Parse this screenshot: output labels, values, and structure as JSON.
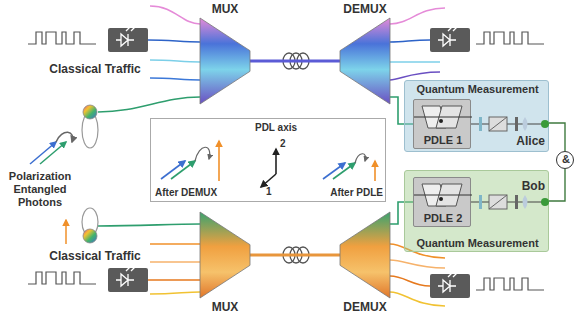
{
  "diagram": {
    "nodes": [
      {
        "text": [
          "MUX"
        ]
      },
      {
        "text": [
          "DEMUX"
        ]
      },
      {
        "text": [
          "Quantum Measurement",
          "Alice"
        ]
      },
      {
        "text": [
          "PDLE 1"
        ],
        "in": 2
      },
      {
        "text": [
          "After DEMUX",
          "PDL axis",
          "After PDLE"
        ]
      },
      {
        "text": [
          "&"
        ]
      },
      {
        "text": [
          "Quantum Measurement",
          "Bob"
        ]
      },
      {
        "text": [
          "PDLE 2"
        ],
        "in": 6
      },
      {
        "text": [
          "MUX"
        ]
      },
      {
        "text": [
          "DEMUX"
        ]
      }
    ],
    "edges": [
      {
        "from": 0,
        "to": 1,
        "arrow": "none"
      },
      {
        "from": 1,
        "to": 3,
        "arrow": "none"
      },
      {
        "from": 8,
        "to": 9,
        "arrow": "none"
      },
      {
        "from": 9,
        "to": 7,
        "arrow": "none"
      },
      {
        "from": 2,
        "to": 5,
        "arrow": "none"
      },
      {
        "from": 6,
        "to": 5,
        "arrow": "none"
      }
    ],
    "labels": [
      "Classical Traffic",
      "Polarization Entangled Photons",
      "1",
      "2",
      "Classical Traffic"
    ]
  }
}
